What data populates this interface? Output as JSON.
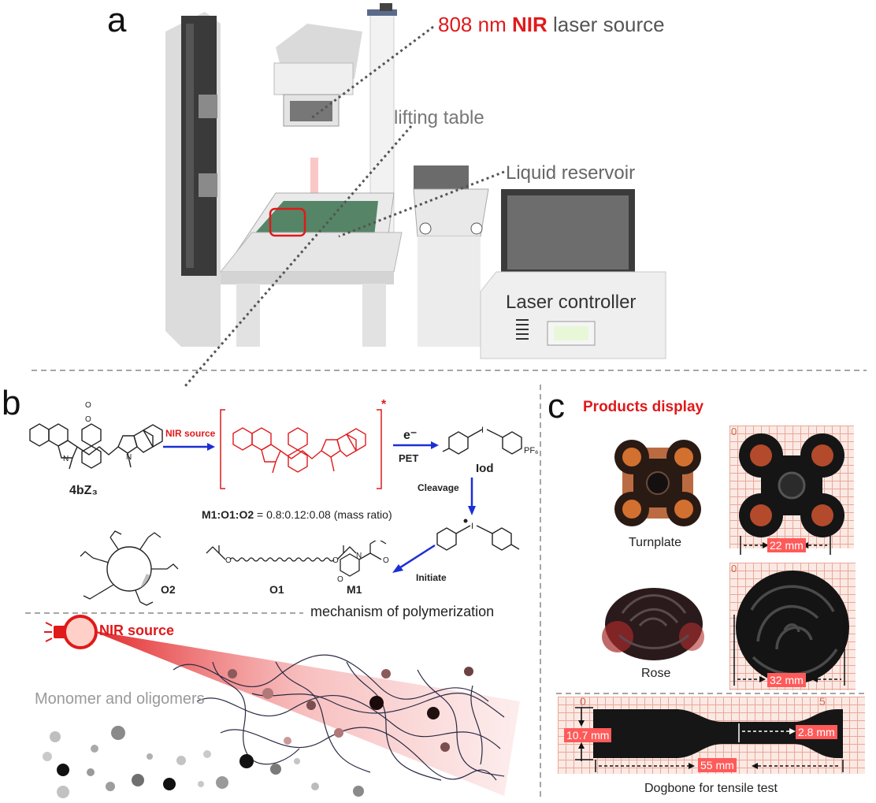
{
  "panels": {
    "a": "a",
    "b": "b",
    "c": "c"
  },
  "panel_a": {
    "laser_wavelength": "808 nm",
    "laser_nir": "NIR",
    "laser_rest": "laser source",
    "lifting_table": "lifting table",
    "liquid_reservoir": "Liquid reservoir",
    "laser_controller": "Laser controller"
  },
  "panel_b": {
    "dye": "4bZ₃",
    "nir_source_arrow": "NIR source",
    "excited_star": "*",
    "electron": "e⁻",
    "pet": "PET",
    "iod": "Iod",
    "pf6": "PF₆",
    "cleavage": "Cleavage",
    "initiate": "Initiate",
    "ratio_bold": "M1:O1:O2",
    "ratio_rest": "= 0.8:0.12:0.08 (mass ratio)",
    "o2": "O2",
    "o1": "O1",
    "m1": "M1",
    "mechanism": "mechanism of polymerization",
    "nir_source_bulb": "NIR source",
    "monomers": "Monomer and oligomers"
  },
  "panel_c": {
    "title": "Products display",
    "turnplate": "Turnplate",
    "turnplate_dim": "22 mm",
    "rose": "Rose",
    "rose_dim": "32 mm",
    "ruler_zero_1": "0",
    "ruler_zero_2": "0",
    "dogbone_zero": "0",
    "dogbone_five": "5",
    "dogbone_height": "10.7 mm",
    "dogbone_neck": "2.8 mm",
    "dogbone_length": "55 mm",
    "dogbone_caption": "Dogbone for tensile test"
  },
  "colors": {
    "accent_red": "#e0191b",
    "arrow_blue": "#1c2fd6",
    "guide_gray": "#777777"
  }
}
